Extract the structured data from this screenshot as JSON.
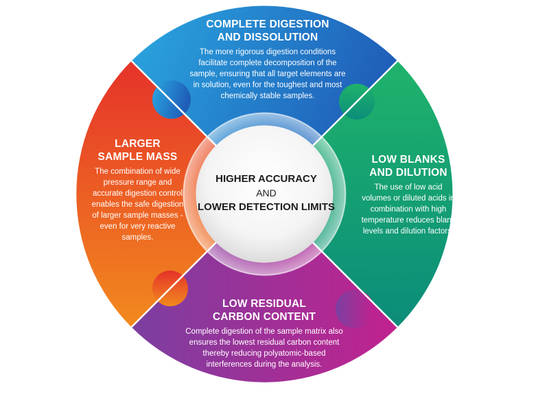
{
  "center": {
    "line1": "HIGHER ACCURACY",
    "line2": "AND",
    "line3": "LOWER DETECTION LIMITS"
  },
  "segments": [
    {
      "id": "top",
      "title_line1": "COMPLETE DIGESTION",
      "title_line2": "AND DISSOLUTION",
      "body": [
        "The more rigorous digestion conditions",
        "facilitate complete decomposition of the",
        "sample, ensuring that all target elements are",
        "in solution, even for the toughest and most",
        "chemically stable samples."
      ],
      "color_start": "#2aa7e0",
      "color_end": "#1f5db8"
    },
    {
      "id": "right",
      "title_line1": "LOW BLANKS",
      "title_line2": "AND DILUTION",
      "body": [
        "The use of low acid",
        "volumes or diluted acids in",
        "combination with high",
        "temperature reduces blank",
        "levels and dilution factors."
      ],
      "color_start": "#1fb36b",
      "color_end": "#0b8c7a"
    },
    {
      "id": "bottom",
      "title_line1": "LOW RESIDUAL",
      "title_line2": "CARBON CONTENT",
      "body": [
        "Complete digestion of the sample matrix also",
        "ensures the lowest residual carbon content",
        "thereby reducing polyatomic-based",
        "interferences during the analysis."
      ],
      "color_start": "#7b3fa0",
      "color_end": "#c1228f"
    },
    {
      "id": "left",
      "title_line1": "LARGER",
      "title_line2": "SAMPLE MASS",
      "body": [
        "The combination of wide",
        "pressure range and",
        "accurate digestion control",
        "enables the safe digestion",
        "of larger sample masses -",
        "even for very reactive",
        "samples."
      ],
      "color_start": "#e5322a",
      "color_end": "#f28a1e"
    }
  ]
}
